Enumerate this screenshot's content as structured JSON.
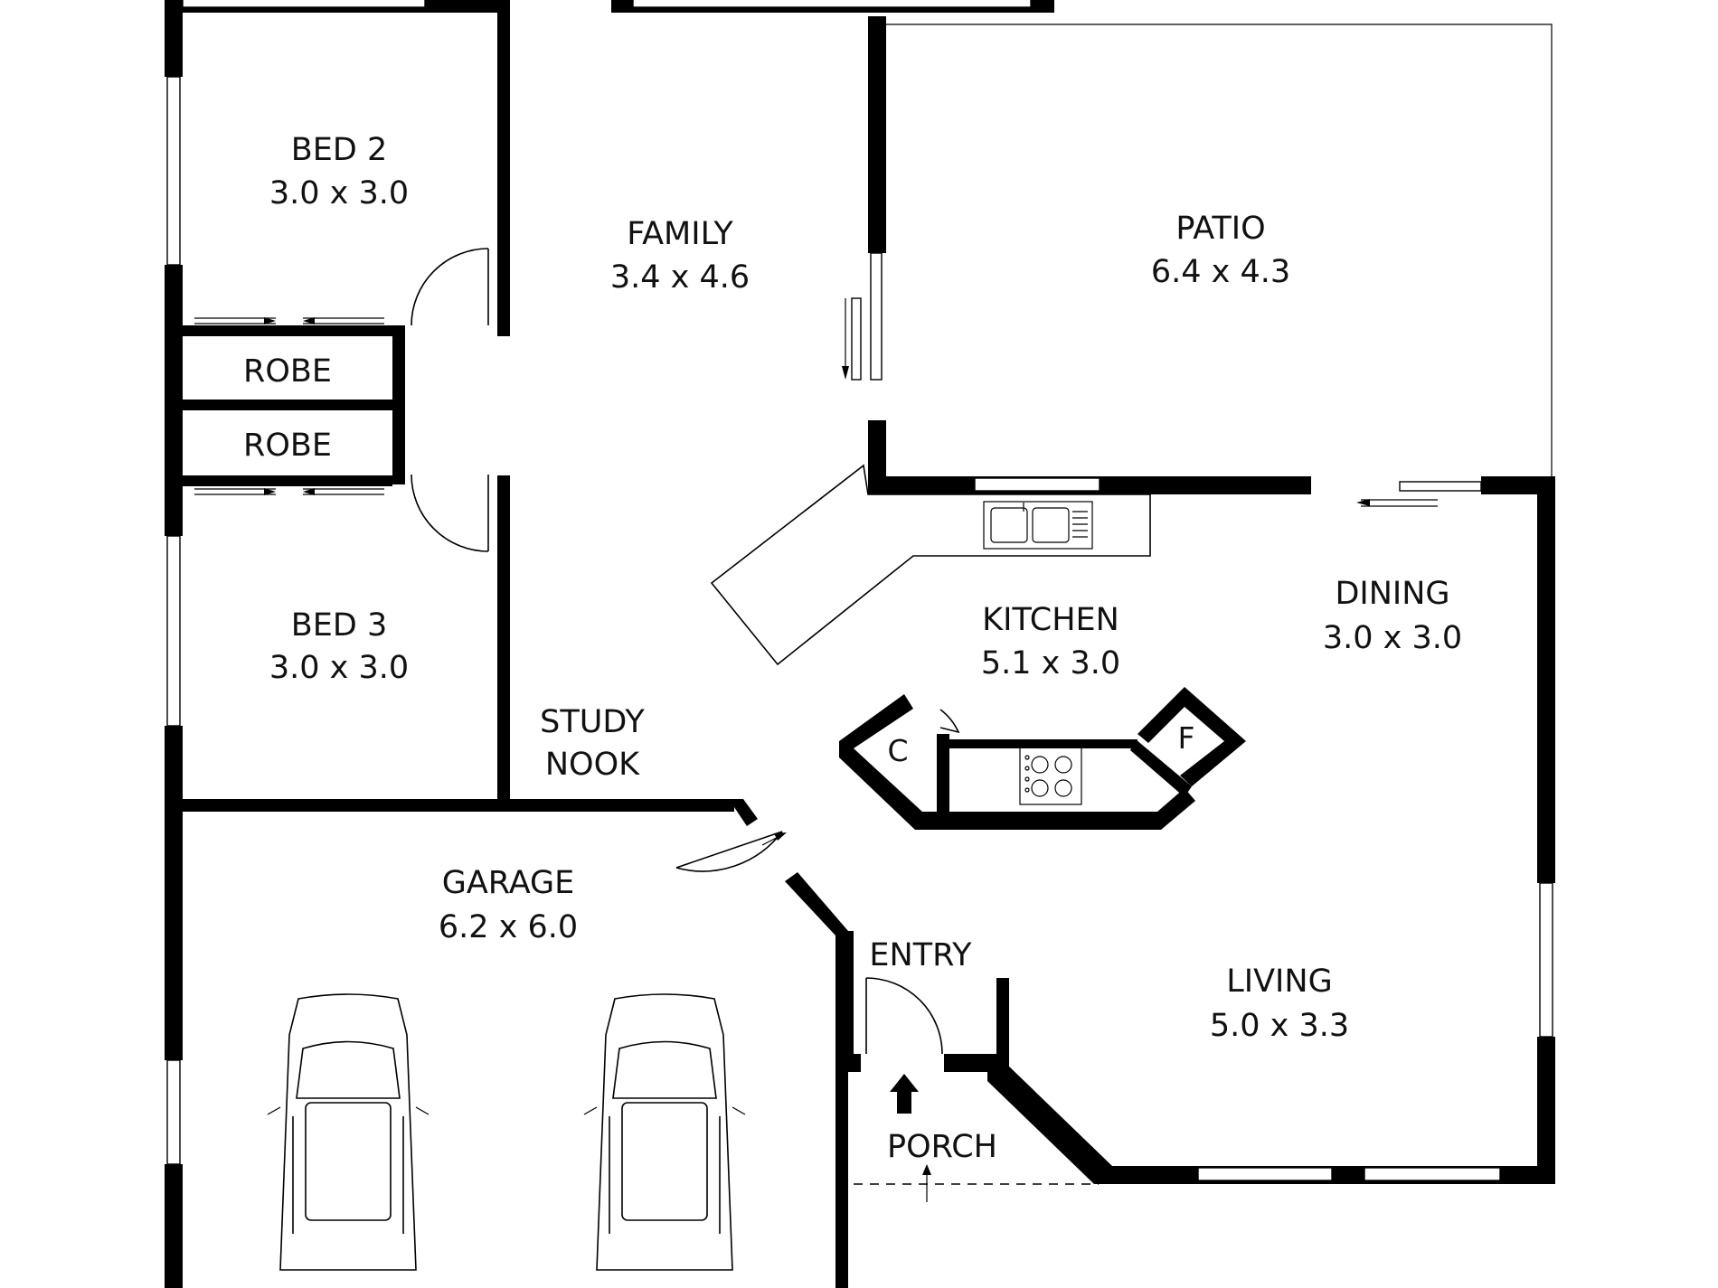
{
  "rooms": {
    "bed2": {
      "name": "BED 2",
      "size": "3.0 x 3.0"
    },
    "bed3": {
      "name": "BED 3",
      "size": "3.0 x 3.0"
    },
    "robe_upper": {
      "name": "ROBE"
    },
    "robe_lower": {
      "name": "ROBE"
    },
    "family": {
      "name": "FAMILY",
      "size": "3.4 x 4.6"
    },
    "patio": {
      "name": "PATIO",
      "size": "6.4 x 4.3"
    },
    "kitchen": {
      "name": "KITCHEN",
      "size": "5.1 x 3.0"
    },
    "dining": {
      "name": "DINING",
      "size": "3.0 x 3.0"
    },
    "study": {
      "line1": "STUDY",
      "line2": "NOOK"
    },
    "garage": {
      "name": "GARAGE",
      "size": "6.2 x 6.0"
    },
    "entry": {
      "name": "ENTRY"
    },
    "living": {
      "name": "LIVING",
      "size": "5.0 x 3.3"
    },
    "porch": {
      "name": "PORCH"
    }
  },
  "fixtures": {
    "cupboard": {
      "label": "C"
    },
    "fridge": {
      "label": "F"
    },
    "sink": {
      "icon": "sink-icon"
    },
    "cooktop": {
      "icon": "cooktop-icon"
    },
    "cars": {
      "icon": "car-icon",
      "count": 2
    },
    "entry_arrow": {
      "icon": "arrow-up-icon"
    }
  },
  "colors": {
    "walls": "#000000",
    "background": "#ffffff"
  }
}
